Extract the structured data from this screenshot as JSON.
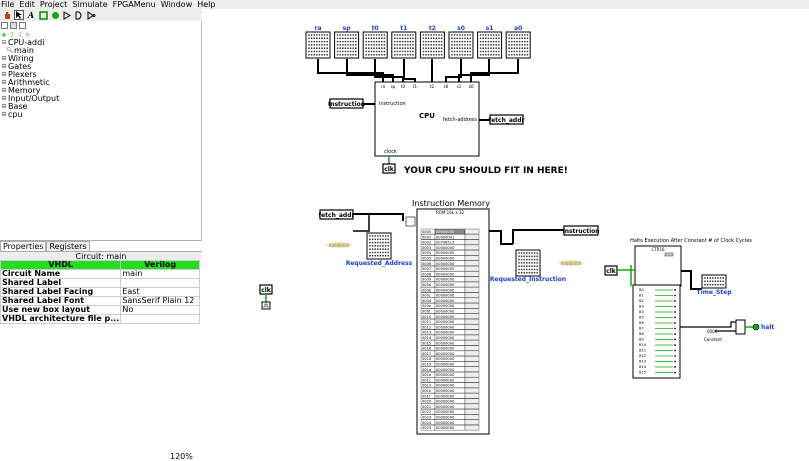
{
  "menubar": [
    "File",
    "Edit",
    "Project",
    "Simulate",
    "FPGAMenu",
    "Window",
    "Help"
  ],
  "toolbar": {
    "tools": [
      "hand-icon",
      "pointer-icon",
      "text-tool-icon",
      "and-gate-icon",
      "or-gate-icon",
      "not-gate-icon",
      "buffer-icon",
      "xor-icon"
    ]
  },
  "tree": {
    "root": "CPU-addi",
    "items": [
      "main",
      "Wiring",
      "Gates",
      "Plexers",
      "Arithmetic",
      "Memory",
      "Input/Output",
      "Base",
      "cpu"
    ]
  },
  "props": {
    "tabs": [
      "Properties",
      "Registers"
    ],
    "title": "Circuit: main",
    "header": [
      "VHDL",
      "Verilog"
    ],
    "rows": [
      {
        "key": "Circuit Name",
        "value": "main"
      },
      {
        "key": "Shared Label",
        "value": ""
      },
      {
        "key": "Shared Label Facing",
        "value": "East"
      },
      {
        "key": "Shared Label Font",
        "value": "SansSerif Plain 12"
      },
      {
        "key": "Use new box layout",
        "value": "No"
      },
      {
        "key": "VHDL architecture file p...",
        "value": ""
      }
    ]
  },
  "zoom": "120%",
  "canvas": {
    "registers": [
      "ra",
      "sp",
      "t0",
      "t1",
      "t2",
      "s0",
      "s1",
      "a0"
    ],
    "cpu_ports": [
      "ra",
      "sp",
      "t0",
      "t1",
      "t2",
      "s0",
      "s1",
      "a0"
    ],
    "cpu_label": "CPU",
    "cpu_in": "instruction",
    "cpu_out": "fetch-address",
    "cpu_clock": "clock",
    "tunnel_instruction": "Instruction",
    "tunnel_fetch": "fetch_addr",
    "tunnel_clk": "clk",
    "fit_text": "YOUR CPU SHOULD FIT IN HERE!",
    "imem_title": "Instruction Memory",
    "rom_label": "ROM 16k x 32",
    "req_addr": "Requested_Address",
    "req_instr": "Requested_Instruction",
    "addr_val": "00000000",
    "instr_val": "00000000",
    "rom_addrs": [
      "0000",
      "0001",
      "0002",
      "0003",
      "0004",
      "0005",
      "0006",
      "0007",
      "0008",
      "0009",
      "000a",
      "000b",
      "000c",
      "000d",
      "000e",
      "000f",
      "0010",
      "0011",
      "0012",
      "0013",
      "0014",
      "0015",
      "0016",
      "0017",
      "0018",
      "0019",
      "001a",
      "001b",
      "001c",
      "001d",
      "001e",
      "001f",
      "0020",
      "0021",
      "0022",
      "0023",
      "0024",
      "0025"
    ],
    "rom_first_vals": [
      "00000000",
      "00000001",
      "00706513",
      "00000000"
    ],
    "rom_fill": "00000000",
    "halt_title": "Halts Execution After Constant # of Clock Cycles",
    "ctr_label": "CTR16",
    "time_step": "Time_Step",
    "constant_label": "Constant",
    "constant_val": "0000",
    "halt": "halt"
  }
}
